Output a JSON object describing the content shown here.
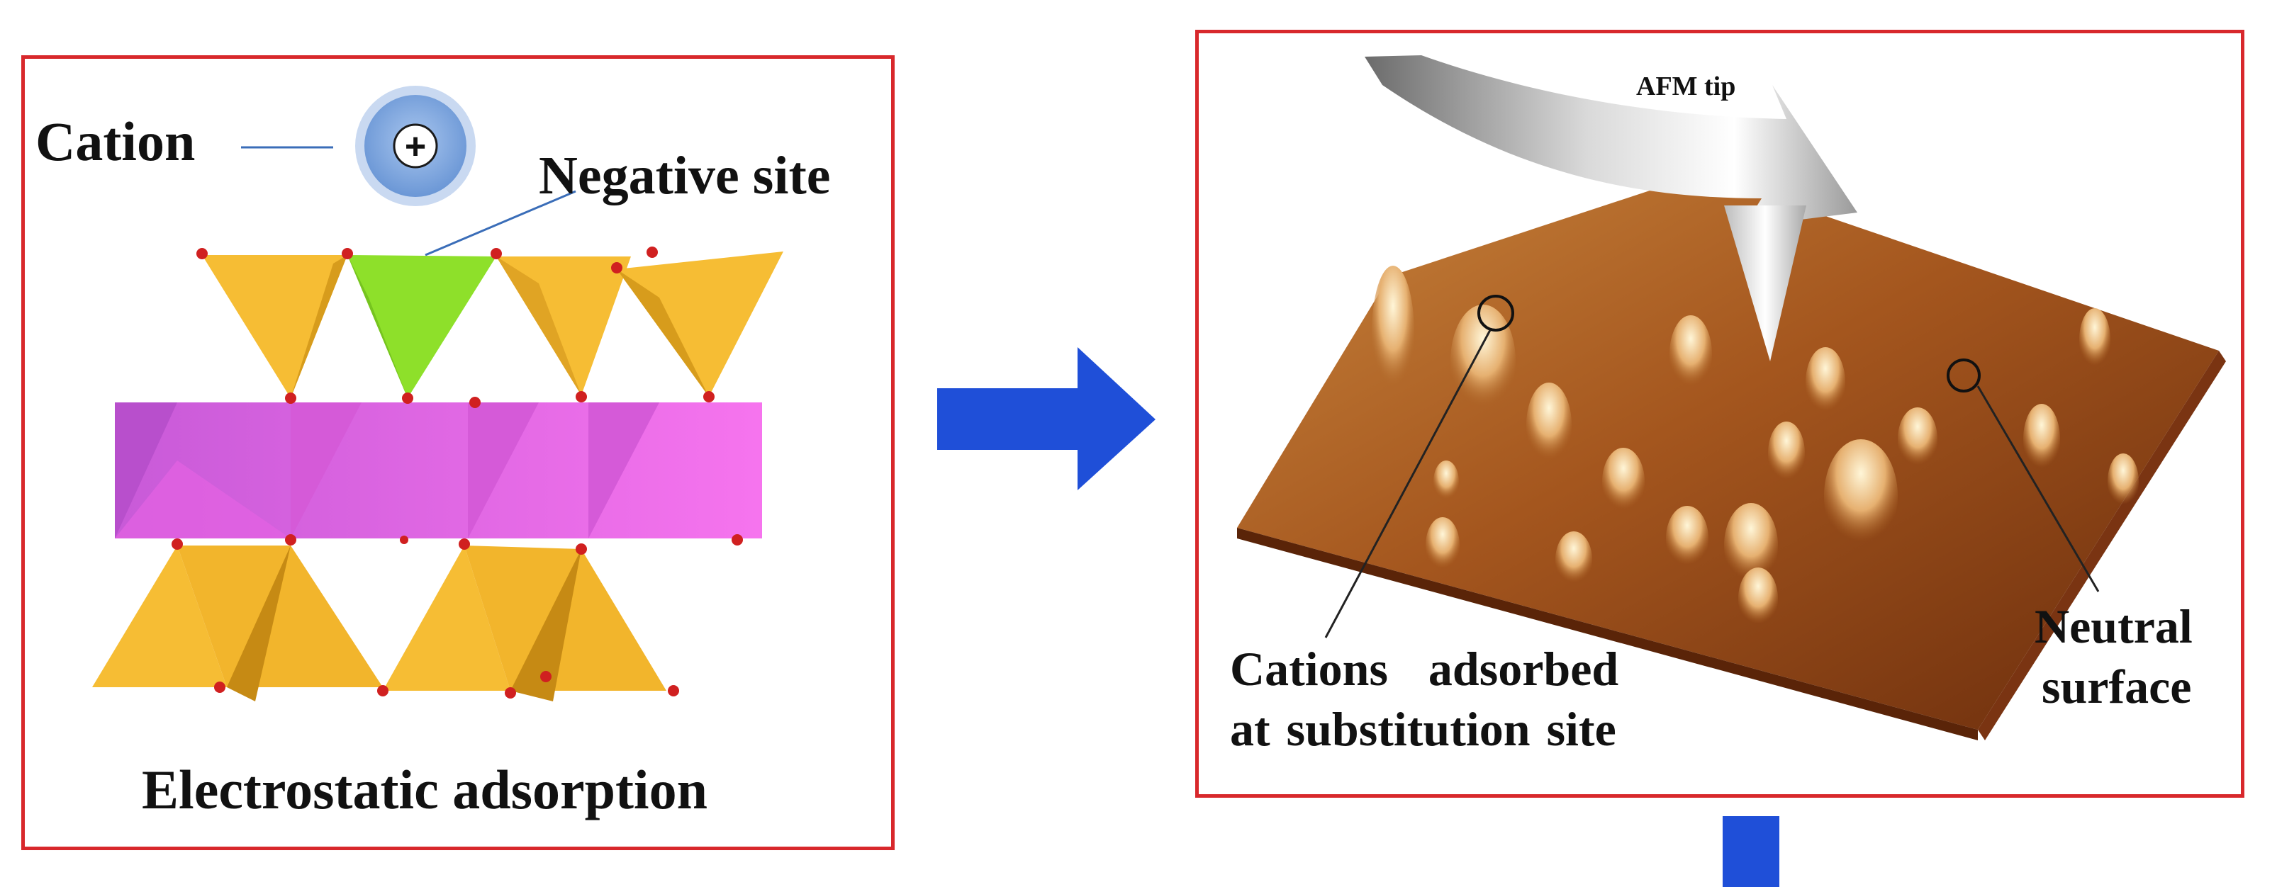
{
  "left_panel": {
    "cation_label": "Cation",
    "cation_symbol": "+",
    "negative_site_label": "Negative site",
    "caption": "Electrostatic adsorption"
  },
  "right_panel": {
    "afm_tip_label": "AFM tip",
    "cations_label_line1": "Cations adsorbed",
    "cations_label_line2": "at substitution site",
    "neutral_label_line1": "Neutral",
    "neutral_label_line2": "surface"
  },
  "colors": {
    "panel_border": "#d8282c",
    "tetrahedron": "#f6bd34",
    "highlight_tetrahedron": "#8ee02a",
    "octahedral_layer": "#f36ef0",
    "atom": "#d02020",
    "cation_circle": "#7da7de",
    "arrow": "#1f4fd8",
    "afm_surface": "#a85a22"
  },
  "icons": {
    "cation": "plus-circle-icon",
    "arrow_right": "arrow-right-icon",
    "arrow_down": "arrow-down-icon"
  }
}
